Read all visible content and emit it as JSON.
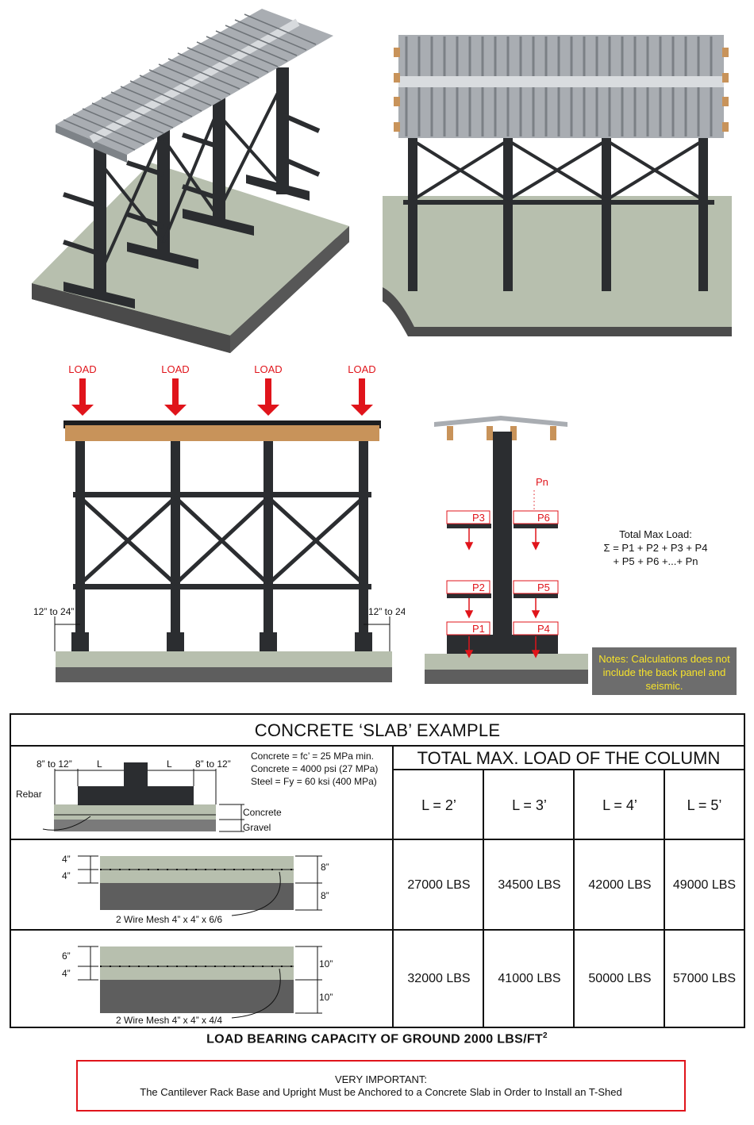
{
  "load_labels": [
    "LOAD",
    "LOAD",
    "LOAD",
    "LOAD"
  ],
  "offset_label_left": "12” to 24”",
  "offset_label_right": "12” to 24”",
  "arm_labels": [
    "Pn",
    "P3",
    "P6",
    "P2",
    "P5",
    "P1",
    "P4"
  ],
  "formula": {
    "line1": "Total Max Load:",
    "line2": "Σ = P1 + P2 + P3 + P4",
    "line3": "+ P5 + P6 +...+ Pn"
  },
  "note": "Notes: Calculations does not include the back panel and seismic.",
  "table": {
    "title": "CONCRETE ‘SLAB’ EXAMPLE",
    "column_title": "TOTAL MAX. LOAD OF THE COLUMN",
    "specs": [
      "Concrete = fc’ = 25 MPa min.",
      "Concrete = 4000 psi (27 MPa)",
      "Steel = Fy = 60 ksi (400 MPa)"
    ],
    "footing_labels": {
      "left": "8” to 12”",
      "right": "8” to 12”",
      "l_left": "L",
      "l_right": "L",
      "rebar": "Rebar",
      "concrete": "Concrete",
      "gravel": "Gravel"
    },
    "headers": [
      "L = 2’",
      "L = 3’",
      "L = 4’",
      "L = 5’"
    ],
    "rows": [
      {
        "dim_left_top": "4”",
        "dim_left_bottom": "4”",
        "dim_right_top": "8”",
        "dim_right_bottom": "8”",
        "mesh": "2 Wire Mesh 4” x 4” x 6/6",
        "values": [
          "27000 LBS",
          "34500 LBS",
          "42000 LBS",
          "49000 LBS"
        ]
      },
      {
        "dim_left_top": "6”",
        "dim_left_bottom": "4”",
        "dim_right_top": "10”",
        "dim_right_bottom": "10”",
        "mesh": "2 Wire Mesh 4” x 4” x 4/4",
        "values": [
          "32000 LBS",
          "41000 LBS",
          "50000 LBS",
          "57000 LBS"
        ]
      }
    ]
  },
  "footer": {
    "capacity": "LOAD BEARING CAPACITY OF GROUND 2000 LBS/FT",
    "capacity_sup": "2"
  },
  "important": {
    "title": "VERY IMPORTANT:",
    "text": "The Cantilever Rack Base and Upright Must be Anchored to a Concrete Slab in Order to Install an T-Shed"
  },
  "colors": {
    "steel": "#2b2d30",
    "roof": "#a9adb2",
    "concrete": "#b7bfae",
    "gravel": "#5e5e5e",
    "load_red": "#e0141b",
    "note_bg": "#6d6d6d",
    "note_text": "#f7e32a"
  }
}
